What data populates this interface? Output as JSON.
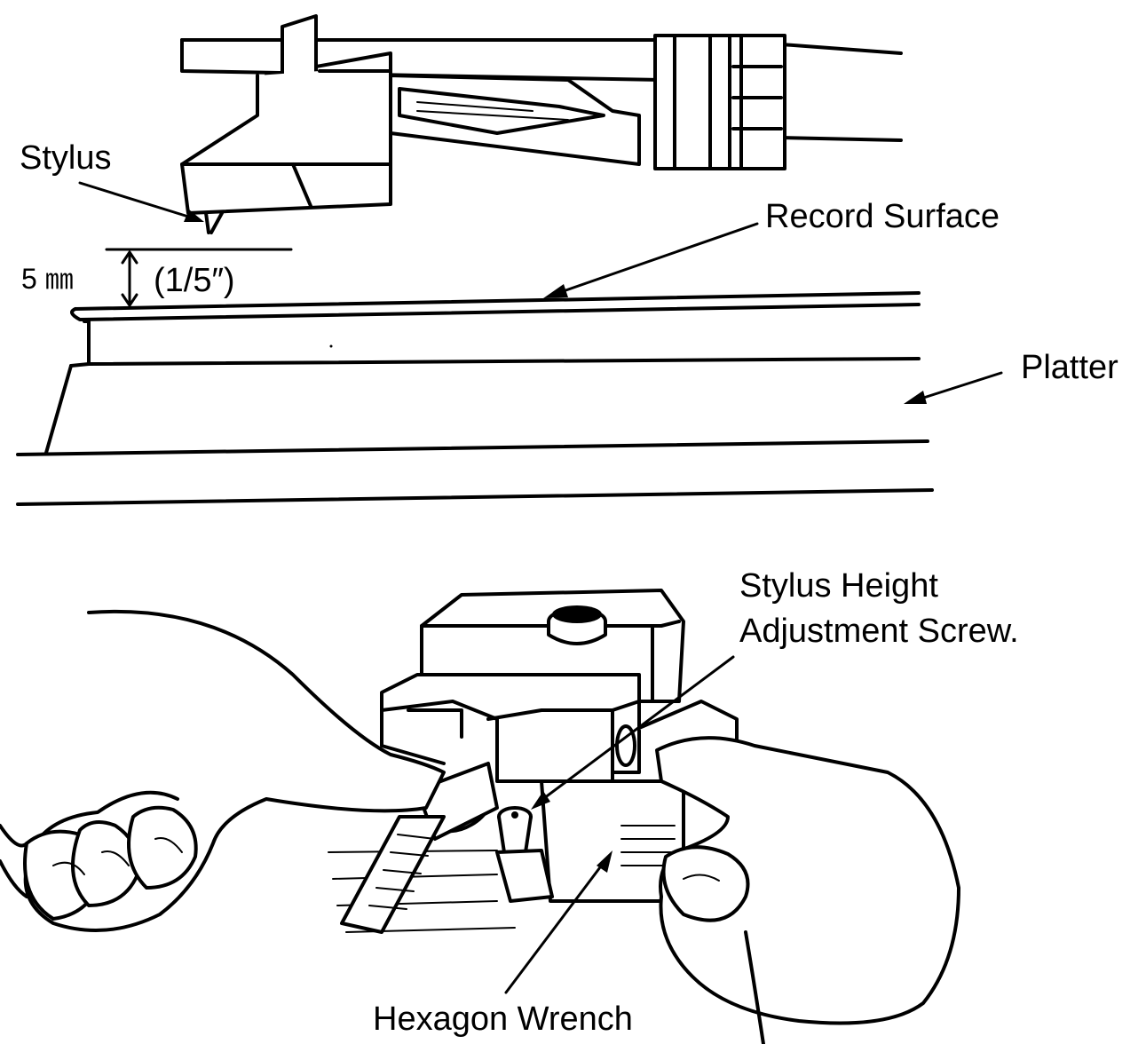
{
  "labels": {
    "stylus": "Stylus",
    "record_surface": "Record Surface",
    "platter": "Platter",
    "gap_mm": "5 ㎜",
    "gap_inch": "(1/5″)",
    "adjust_screw_line1": "Stylus Height",
    "adjust_screw_line2": "Adjustment Screw.",
    "hexagon_wrench": "Hexagon Wrench"
  },
  "colors": {
    "ink": "#000000",
    "paper": "#ffffff"
  },
  "icons": [
    "tonearm-headshell",
    "platter",
    "hands-with-wrench"
  ]
}
